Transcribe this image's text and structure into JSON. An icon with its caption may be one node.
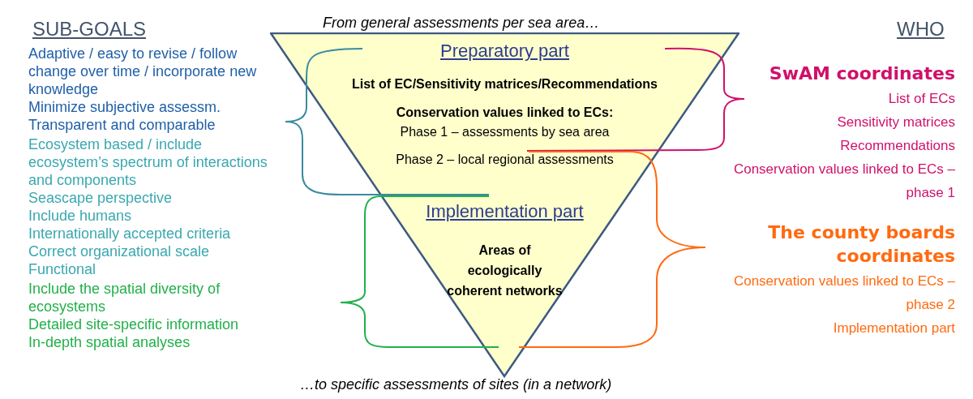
{
  "diagram": {
    "nodes": [
      {
        "text": [
          "Preparatory part",
          "List of EC/Sensitivity matrices/Recommendations",
          "Conservation values linked to ECs:",
          "Phase 1 – assessments by sea area",
          "Phase 2 – local regional assessments",
          "Implementation part",
          "Areas of ecologically coherent networks"
        ]
      }
    ],
    "edges": [],
    "labels": [
      "SUB-GOALS",
      "From general assessments per sea area…",
      "WHO",
      "Adaptive / easy to revise / follow change over time / incorporate new knowledge",
      "Minimize subjective assessm.",
      "Transparent and comparable",
      "Ecosystem based / include ecosystem’s spectrum of interactions and components",
      "Seascape perspective",
      "Include humans",
      "Internationally accepted criteria",
      "Correct organizational scale",
      "Functional",
      "Include the spatial diversity of ecosystems",
      "Detailed site-specific information",
      "In-depth spatial analyses",
      "SwAM coordinates",
      "List of ECs",
      "Sensitivity matrices",
      "Recommendations",
      "Conservation values linked to ECs – phase 1",
      "The county boards coordinates",
      "Conservation values linked to ECs – phase 2",
      "Implementation part",
      "…to specific assessments of sites (in a network)"
    ]
  }
}
